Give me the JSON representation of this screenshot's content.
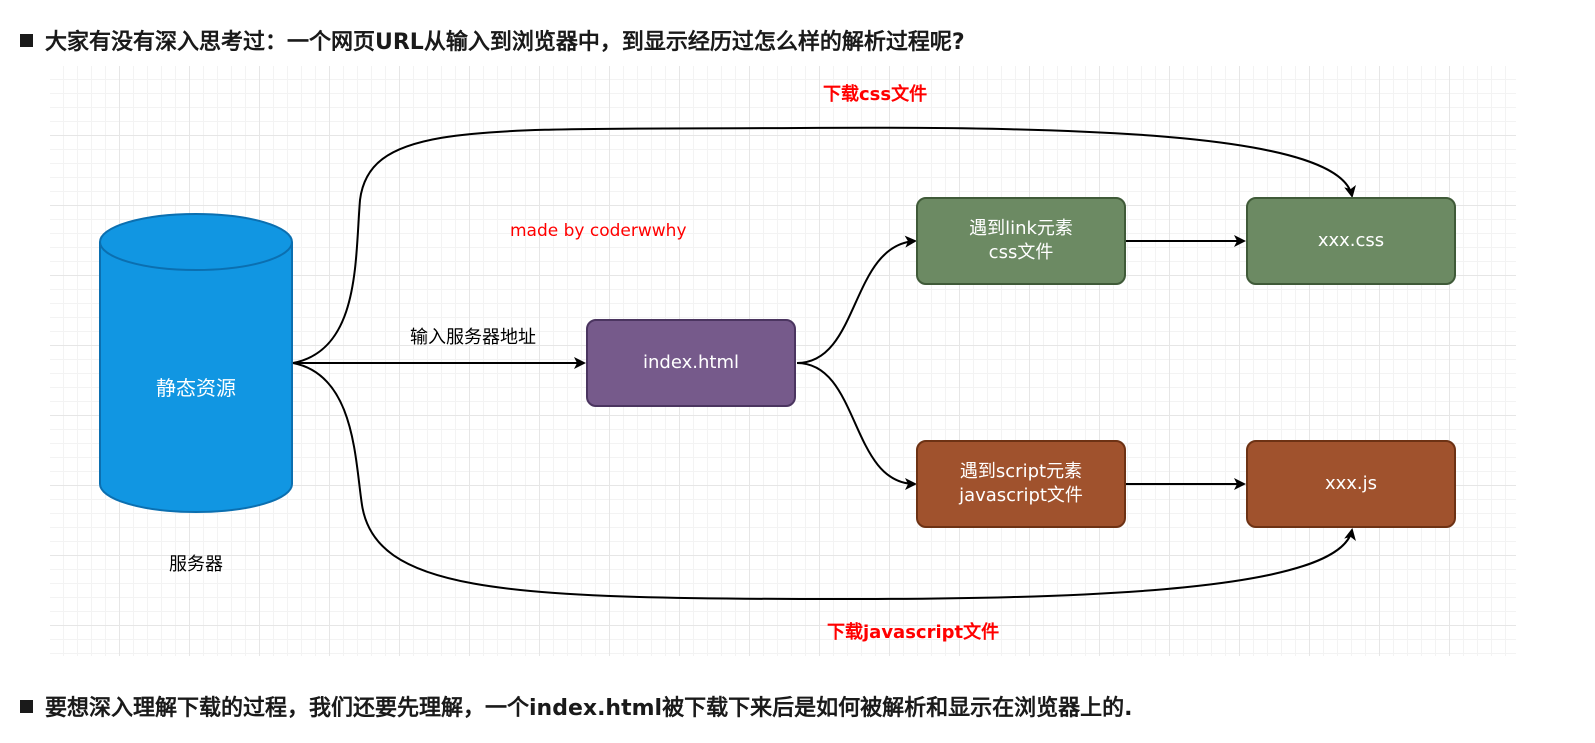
{
  "headings": {
    "top": "大家有没有深入思考过：一个网页URL从输入到浏览器中，到显示经历过怎么样的解析过程呢?",
    "bottom": "要想深入理解下载的过程，我们还要先理解，一个index.html被下载下来后是如何被解析和显示在浏览器上的."
  },
  "diagram": {
    "server": {
      "cylinder_text": "静态资源",
      "caption": "服务器"
    },
    "arrow_label_input": "输入服务器地址",
    "download_css_label": "下载css文件",
    "download_js_label": "下载javascript文件",
    "watermark": "made by coderwwhy",
    "nodes": {
      "index": {
        "text": "index.html"
      },
      "link": {
        "line1": "遇到link元素",
        "line2": "css文件"
      },
      "script": {
        "line1": "遇到script元素",
        "line2": "javascript文件"
      },
      "css_file": {
        "text": "xxx.css"
      },
      "js_file": {
        "text": "xxx.js"
      }
    }
  },
  "colors": {
    "cylinder_fill": "#1196e2",
    "cylinder_stroke": "#0b6fb0",
    "index_fill": "#765a8b",
    "index_stroke": "#4b3560",
    "green_fill": "#6c8a63",
    "green_stroke": "#3f5a38",
    "brown_fill": "#a0522d",
    "brown_stroke": "#6d3214",
    "red_text": "#ff0000"
  }
}
